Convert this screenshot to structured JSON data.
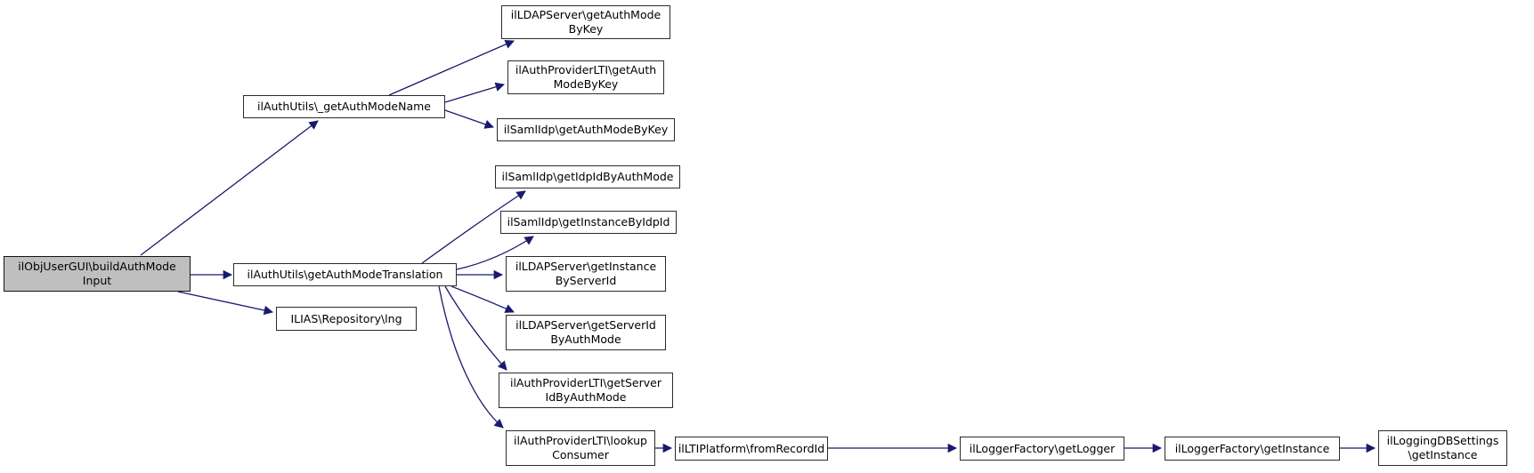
{
  "diagram": {
    "type": "call-graph",
    "colors": {
      "edge": "#191970",
      "node_border": "#2b2b2b",
      "node_fill": "#ffffff",
      "root_fill": "#bfbfbf",
      "text": "#000000"
    },
    "nodes": {
      "root": {
        "label": "ilObjUserGUI\\buildAuthMode\nInput"
      },
      "get_auth_mode_name": {
        "label": "ilAuthUtils\\_getAuthModeName"
      },
      "get_auth_mode_translation": {
        "label": "ilAuthUtils\\getAuthModeTranslation"
      },
      "lng": {
        "label": "ILIAS\\Repository\\lng"
      },
      "ldap_get_auth_mode_by_key": {
        "label": "ilLDAPServer\\getAuthMode\nByKey"
      },
      "lti_get_auth_mode_by_key": {
        "label": "ilAuthProviderLTI\\getAuth\nModeByKey"
      },
      "saml_get_auth_mode_by_key": {
        "label": "ilSamlIdp\\getAuthModeByKey"
      },
      "saml_get_idp_id_by_auth_mode": {
        "label": "ilSamlIdp\\getIdpIdByAuthMode"
      },
      "saml_get_instance_by_idp_id": {
        "label": "ilSamlIdp\\getInstanceByIdpId"
      },
      "ldap_get_instance_by_server_id": {
        "label": "ilLDAPServer\\getInstance\nByServerId"
      },
      "ldap_get_server_id_by_auth_mode": {
        "label": "ilLDAPServer\\getServerId\nByAuthMode"
      },
      "lti_get_server_id_by_auth_mode": {
        "label": "ilAuthProviderLTI\\getServer\nIdByAuthMode"
      },
      "lti_lookup_consumer": {
        "label": "ilAuthProviderLTI\\lookup\nConsumer"
      },
      "lti_platform_from_record_id": {
        "label": "ilLTIPlatform\\fromRecordId"
      },
      "logger_factory_get_logger": {
        "label": "ilLoggerFactory\\getLogger"
      },
      "logger_factory_get_instance": {
        "label": "ilLoggerFactory\\getInstance"
      },
      "logging_db_settings_get_instance": {
        "label": "ilLoggingDBSettings\n\\getInstance"
      }
    },
    "edges": [
      {
        "from": "root",
        "to": "get_auth_mode_name"
      },
      {
        "from": "root",
        "to": "get_auth_mode_translation"
      },
      {
        "from": "root",
        "to": "lng"
      },
      {
        "from": "get_auth_mode_name",
        "to": "ldap_get_auth_mode_by_key"
      },
      {
        "from": "get_auth_mode_name",
        "to": "lti_get_auth_mode_by_key"
      },
      {
        "from": "get_auth_mode_name",
        "to": "saml_get_auth_mode_by_key"
      },
      {
        "from": "get_auth_mode_translation",
        "to": "saml_get_idp_id_by_auth_mode"
      },
      {
        "from": "get_auth_mode_translation",
        "to": "saml_get_instance_by_idp_id"
      },
      {
        "from": "get_auth_mode_translation",
        "to": "ldap_get_instance_by_server_id"
      },
      {
        "from": "get_auth_mode_translation",
        "to": "ldap_get_server_id_by_auth_mode"
      },
      {
        "from": "get_auth_mode_translation",
        "to": "lti_get_server_id_by_auth_mode"
      },
      {
        "from": "get_auth_mode_translation",
        "to": "lti_lookup_consumer"
      },
      {
        "from": "lti_lookup_consumer",
        "to": "lti_platform_from_record_id"
      },
      {
        "from": "lti_platform_from_record_id",
        "to": "logger_factory_get_logger"
      },
      {
        "from": "logger_factory_get_logger",
        "to": "logger_factory_get_instance"
      },
      {
        "from": "logger_factory_get_instance",
        "to": "logging_db_settings_get_instance"
      }
    ]
  }
}
